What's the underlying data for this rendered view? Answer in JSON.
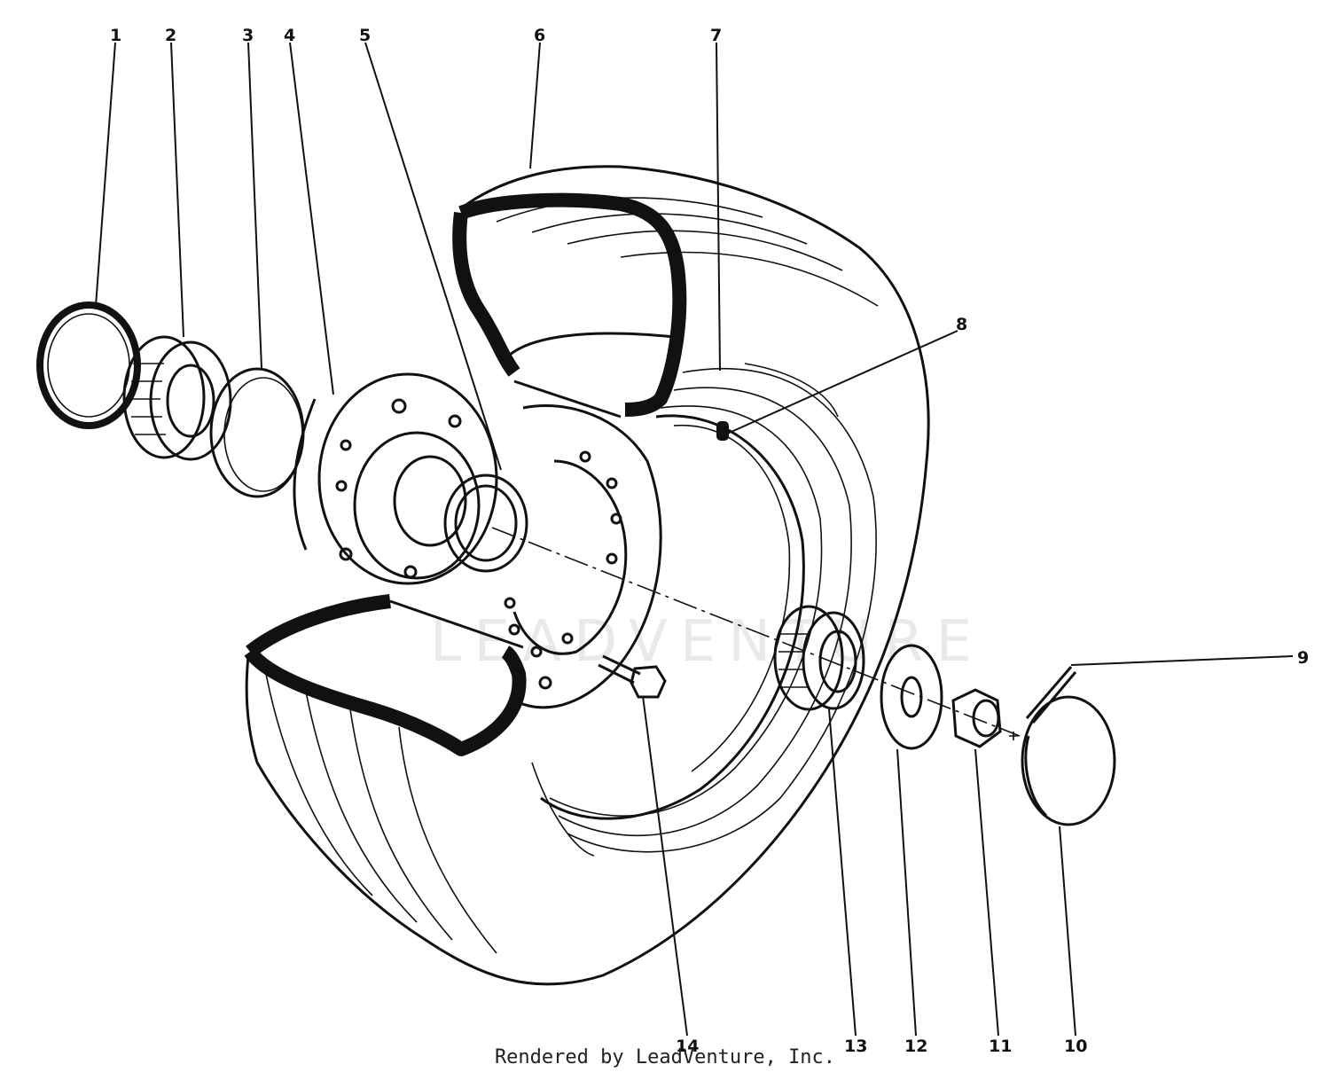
{
  "watermark": "LEADVENTURE",
  "footer": "Rendered by LeadVenture, Inc.",
  "callouts": [
    {
      "id": "1",
      "label": "1"
    },
    {
      "id": "2",
      "label": "2"
    },
    {
      "id": "3",
      "label": "3"
    },
    {
      "id": "4",
      "label": "4"
    },
    {
      "id": "5",
      "label": "5"
    },
    {
      "id": "6",
      "label": "6"
    },
    {
      "id": "7",
      "label": "7"
    },
    {
      "id": "8",
      "label": "8"
    },
    {
      "id": "9",
      "label": "9"
    },
    {
      "id": "10",
      "label": "10"
    },
    {
      "id": "11",
      "label": "11"
    },
    {
      "id": "12",
      "label": "12"
    },
    {
      "id": "13",
      "label": "13"
    },
    {
      "id": "14",
      "label": "14"
    }
  ]
}
